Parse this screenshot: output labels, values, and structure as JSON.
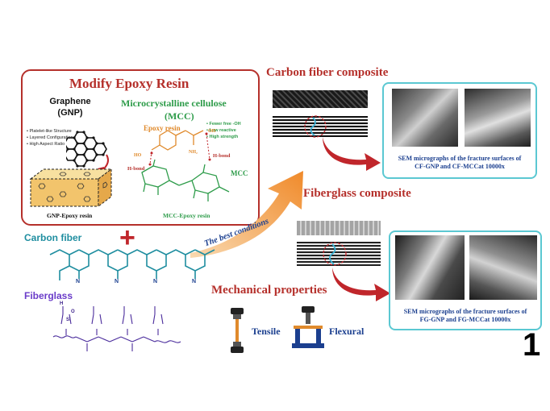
{
  "modify": {
    "title": "Modify Epoxy Resin",
    "graphene_title": "Graphene",
    "graphene_abbr": "(GNP)",
    "graphene_bullets": [
      "Platelet-like Structure",
      "Layered Configuration",
      "High Aspect Ratio"
    ],
    "mcc_title": "Microcrystalline cellulose",
    "mcc_abbr": "(MCC)",
    "epoxy_resin_label": "Epoxy resin",
    "mcc_properties": [
      "Fewer free -OH",
      "Low reactive",
      "High strength"
    ],
    "h_bond_1": "H-bond",
    "h_bond_2": "H-bond",
    "mcc_label": "MCC",
    "oh_label": "OH",
    "ho_label": "HO",
    "nh2_label": "NH₂",
    "gnp_caption": "GNP-Epoxy resin",
    "mcc_caption": "MCC-Epoxy resin"
  },
  "carbon_fiber": {
    "label": "Carbon fiber",
    "composite_title": "Carbon fiber composite",
    "sem_caption_line1": "SEM micrographs of the fracture surfaces of",
    "sem_caption_line2": "CF-GNP and CF-MCCat 10000x"
  },
  "fiberglass": {
    "label": "Fiberglass",
    "composite_title": "Fiberglass composite",
    "sem_caption_line1": "SEM micrographs of the fracture surfaces of",
    "sem_caption_line2": "FG-GNP and FG-MCCat 10000x",
    "si_label": "Si",
    "o_label": "O",
    "h_label": "H"
  },
  "plus_sign": "+",
  "best_conditions": "The best conditions",
  "mechanical": {
    "title": "Mechanical properties",
    "tensile": "Tensile",
    "flexural": "Flexural"
  },
  "page_number": "1",
  "colors": {
    "red": "#b5302b",
    "green": "#2e9c4a",
    "orange": "#e08a2c",
    "teal": "#1f8ea0",
    "purple": "#6a3cc9",
    "navy": "#1b3f8f",
    "cyan_border": "#5bc8d2"
  }
}
